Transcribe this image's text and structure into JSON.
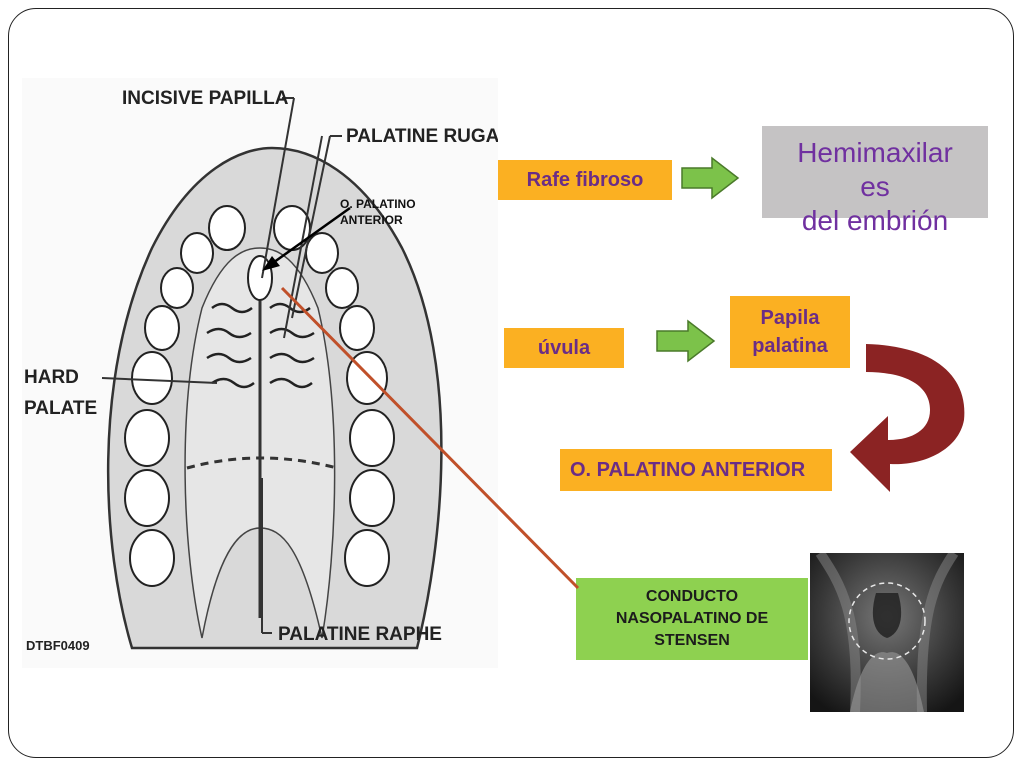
{
  "image_labels": {
    "incisive_papilla": "INCISIVE PAPILLA",
    "palatine_rugae": "PALATINE RUGAE",
    "hard_palate_1": "HARD",
    "hard_palate_2": "PALATE",
    "palatine_raphe": "PALATINE RAPHE",
    "code": "DTBF0409"
  },
  "o_palatino_label": {
    "line1": "O. PALATINO",
    "line2": "ANTERIOR"
  },
  "boxes": {
    "rafe_fibroso": "Rafe fibroso",
    "hemimaxilares_1": "Hemimaxilar",
    "hemimaxilares_2": "es",
    "hemimaxilares_3": "del embrión",
    "uvula": "úvula",
    "papila_1": "Papila",
    "papila_2": "palatina",
    "o_palatino_anterior": "O. PALATINO ANTERIOR",
    "conducto_1": "CONDUCTO",
    "conducto_2": "NASOPALATINO DE",
    "conducto_3": "STENSEN"
  },
  "colors": {
    "orange_box": "#fbb022",
    "purple_text": "#7030a0",
    "green_box": "#8ed150",
    "grey_box": "#c5c3c4",
    "green_arrow": "#7cc24a",
    "curved_arrow": "#8b2323",
    "connector_line": "#c0502a"
  }
}
